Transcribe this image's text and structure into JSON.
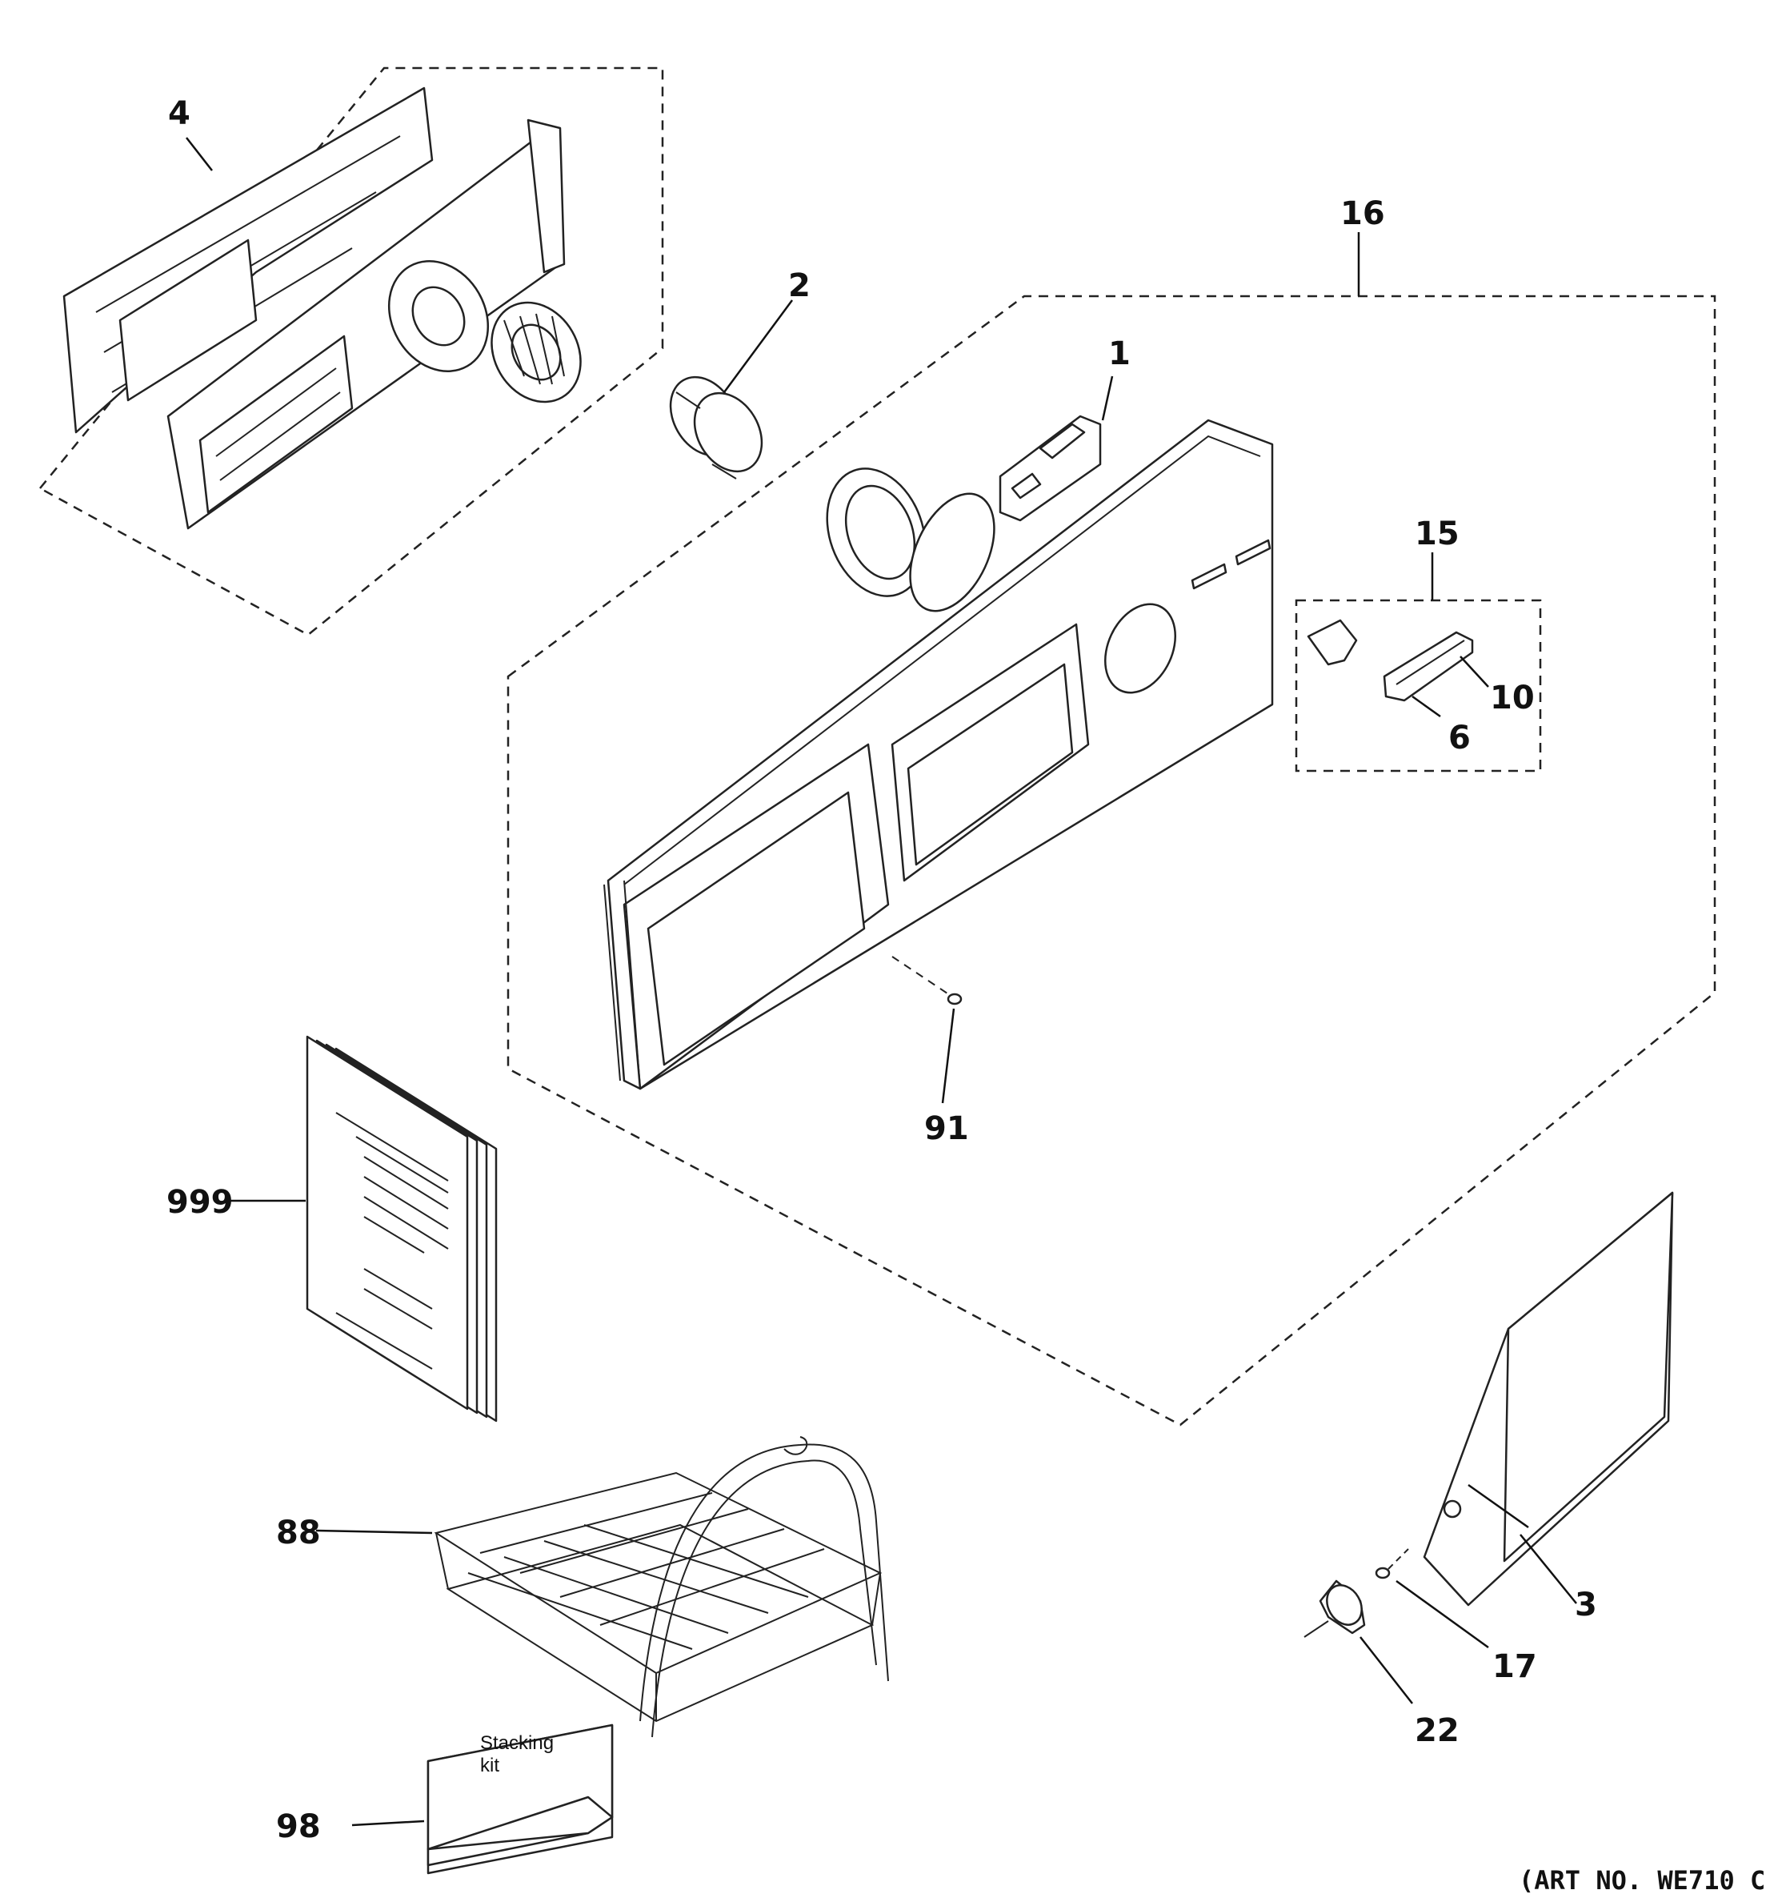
{
  "callouts": {
    "c4": "4",
    "c2": "2",
    "c16": "16",
    "c1": "1",
    "c15": "15",
    "c10": "10",
    "c6": "6",
    "c91": "91",
    "c999": "999",
    "c88": "88",
    "c98": "98",
    "c3": "3",
    "c17": "17",
    "c22": "22"
  },
  "box_label_line1": "Stacking",
  "box_label_line2": "kit",
  "art_number": "(ART NO. WE710 C"
}
